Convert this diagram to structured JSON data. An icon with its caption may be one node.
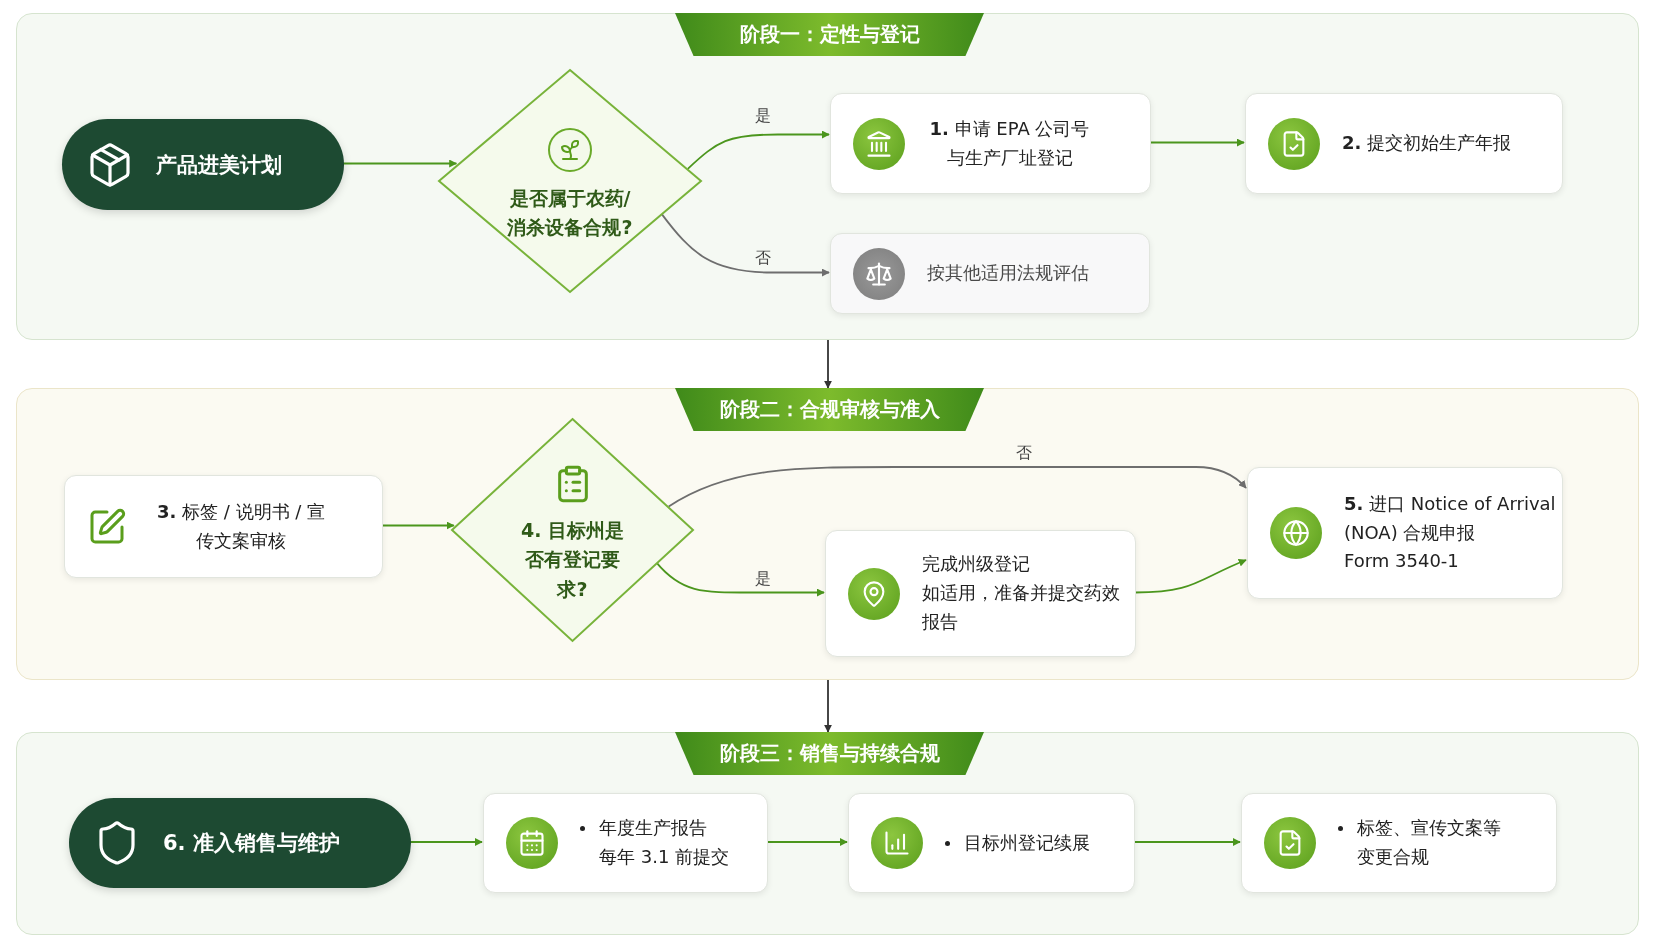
{
  "diagram": {
    "nodes": [
      {
        "text": [
          "阶段一：定性与登记"
        ]
      },
      {
        "text": [
          "产品进美计划"
        ],
        "in": 0
      },
      {
        "text": [
          "是否属于农药/消杀设备合规?"
        ],
        "in": 0
      },
      {
        "text": [
          "**1.** 申请 EPA 公司号与生产厂址登记"
        ],
        "in": 0
      },
      {
        "text": [
          "**2.** 提交初始生产年报"
        ],
        "in": 0
      },
      {
        "text": [
          "按其他适用法规评估"
        ],
        "in": 0
      },
      {
        "text": [
          "阶段二：合规审核与准入"
        ]
      },
      {
        "text": [
          "**3.** 标签 / 说明书 / 宣传文案审核"
        ],
        "in": 6
      },
      {
        "text": [
          "4. 目标州是否有登记要求?"
        ],
        "in": 6
      },
      {
        "text": [
          "完成州级登记",
          "如适用，准备并提交药效报告"
        ],
        "in": 6
      },
      {
        "text": [
          "**5.** 进口 Notice of Arrival (NOA) 合规申报",
          "Form 3540-1"
        ],
        "in": 6
      },
      {
        "text": [
          "阶段三：销售与持续合规"
        ]
      },
      {
        "text": [
          "6. 准入销售与维护"
        ],
        "in": 11
      },
      {
        "text": [
          "年度生产报告",
          "每年 3.1 前提交"
        ],
        "in": 11
      },
      {
        "text": [
          "目标州登记续展"
        ],
        "in": 11
      },
      {
        "text": [
          "标签、宣传文案等变更合规"
        ],
        "in": 11
      }
    ],
    "edges": [
      {
        "from": 1,
        "to": 2,
        "arrow": "to"
      },
      {
        "from": 2,
        "to": 3,
        "arrow": "to",
        "label": "是"
      },
      {
        "from": 2,
        "to": 5,
        "arrow": "to",
        "label": "否",
        "color": "#6e6e6e"
      },
      {
        "from": 3,
        "to": 4,
        "arrow": "to"
      },
      {
        "from": 0,
        "to": 6,
        "arrow": "to",
        "color": "#333333"
      },
      {
        "from": 7,
        "to": 8,
        "arrow": "to"
      },
      {
        "from": 8,
        "to": 10,
        "arrow": "to",
        "label": "否",
        "color": "#6e6e6e"
      },
      {
        "from": 8,
        "to": 9,
        "arrow": "to",
        "label": "是"
      },
      {
        "from": 9,
        "to": 10,
        "arrow": "to"
      },
      {
        "from": 6,
        "to": 11,
        "arrow": "to",
        "color": "#333333"
      },
      {
        "from": 12,
        "to": 13,
        "arrow": "to"
      },
      {
        "from": 13,
        "to": 14,
        "arrow": "to"
      },
      {
        "from": 14,
        "to": 15,
        "arrow": "to"
      }
    ]
  }
}
